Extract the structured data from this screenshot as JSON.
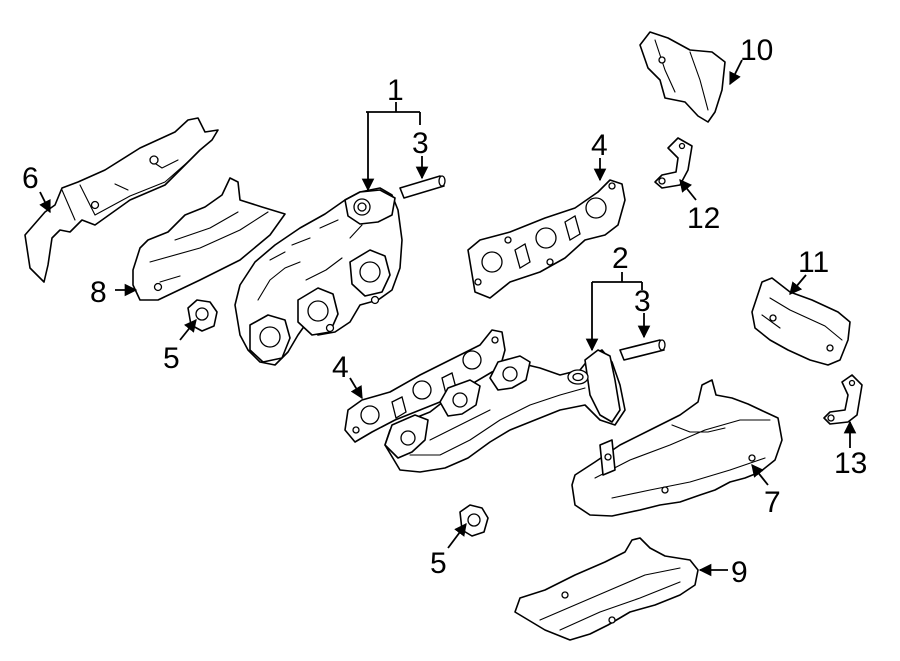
{
  "callouts": {
    "c1": "1",
    "c2": "2",
    "c3a": "3",
    "c3b": "3",
    "c4a": "4",
    "c4b": "4",
    "c5a": "5",
    "c5b": "5",
    "c6": "6",
    "c7": "7",
    "c8": "8",
    "c9": "9",
    "c10": "10",
    "c11": "11",
    "c12": "12",
    "c13": "13"
  }
}
